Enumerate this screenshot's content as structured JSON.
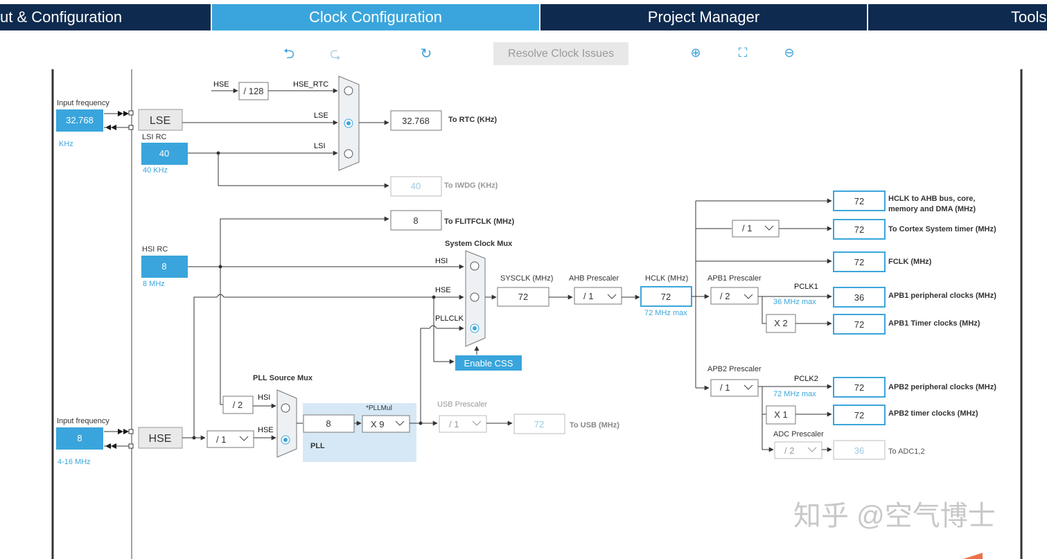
{
  "tabs": [
    {
      "label": "ut & Configuration",
      "active": false
    },
    {
      "label": "Clock Configuration",
      "active": true
    },
    {
      "label": "Project Manager",
      "active": false
    },
    {
      "label": "Tools",
      "active": false
    }
  ],
  "toolbar": {
    "undo_icon": "undo-icon",
    "redo_icon": "redo-icon",
    "refresh_icon": "refresh-icon",
    "resolve_label": "Resolve Clock Issues",
    "zoom_in_icon": "zoom-in-icon",
    "fit_icon": "fit-icon",
    "zoom_out_icon": "zoom-out-icon"
  },
  "diagram": {
    "lse_input": {
      "label": "Input frequency",
      "value": "32.768",
      "unit": "KHz"
    },
    "lse_block": "LSE",
    "lsi_rc": {
      "label": "LSI RC",
      "value": "40",
      "unit": "40 KHz"
    },
    "hse_rtc_label": "HSE",
    "div128": "/ 128",
    "hse_rtc": "HSE_RTC",
    "lse_line": "LSE",
    "lsi_line": "LSI",
    "rtc_value": "32.768",
    "rtc_label": "To RTC (KHz)",
    "iwdg_value": "40",
    "iwdg_label": "To IWDG (KHz)",
    "flit_value": "8",
    "flit_label": "To FLITFCLK (MHz)",
    "hsi_rc": {
      "label": "HSI RC",
      "value": "8",
      "unit": "8 MHz"
    },
    "sysmux_title": "System Clock Mux",
    "sysmux_hsi": "HSI",
    "sysmux_hse": "HSE",
    "sysmux_pll": "PLLCLK",
    "enable_css": "Enable CSS",
    "sysclk_label": "SYSCLK (MHz)",
    "sysclk_value": "72",
    "ahb_label": "AHB Prescaler",
    "ahb_value": "/ 1",
    "hclk_label": "HCLK (MHz)",
    "hclk_value": "72",
    "hclk_max": "72 MHz max",
    "apb1_label": "APB1 Prescaler",
    "apb1_value": "/ 2",
    "pclk1": "PCLK1",
    "pclk1_max": "36 MHz max",
    "x2": "X 2",
    "apb2_label": "APB2 Prescaler",
    "apb2_value": "/ 1",
    "pclk2": "PCLK2",
    "pclk2_max": "72 MHz max",
    "x1": "X 1",
    "adc_label": "ADC Prescaler",
    "adc_value": "/ 2",
    "cortex_div": "/ 1",
    "outputs": [
      {
        "value": "72",
        "label": "HCLK to AHB bus, core,",
        "label2": "memory and DMA (MHz)"
      },
      {
        "value": "72",
        "label": "To Cortex System timer (MHz)"
      },
      {
        "value": "72",
        "label": "FCLK (MHz)"
      },
      {
        "value": "36",
        "label": "APB1 peripheral clocks (MHz)"
      },
      {
        "value": "72",
        "label": "APB1 Timer clocks (MHz)"
      },
      {
        "value": "72",
        "label": "APB2 peripheral clocks (MHz)"
      },
      {
        "value": "72",
        "label": "APB2 timer clocks (MHz)"
      }
    ],
    "adc_out_value": "36",
    "adc_out_label": "To ADC1,2",
    "pll_src_title": "PLL Source Mux",
    "div2": "/ 2",
    "pll_hsi": "HSI",
    "pll_hse": "HSE",
    "hse_input": {
      "label": "Input frequency",
      "value": "8",
      "unit": "4-16 MHz"
    },
    "hse_block": "HSE",
    "hse_div": "/ 1",
    "pll_value": "8",
    "pllmul_label": "*PLLMul",
    "pllmul_value": "X 9",
    "pll_label": "PLL",
    "usb_label": "USB Prescaler",
    "usb_div": "/ 1",
    "usb_value": "72",
    "usb_out_label": "To USB (MHz)"
  },
  "watermark": "知乎 @空气博士",
  "colors": {
    "tab_dark": "#0e2a4f",
    "tab_active": "#3aa5dc",
    "accent": "#3ba0d8",
    "output_border": "#3aa5dc"
  }
}
